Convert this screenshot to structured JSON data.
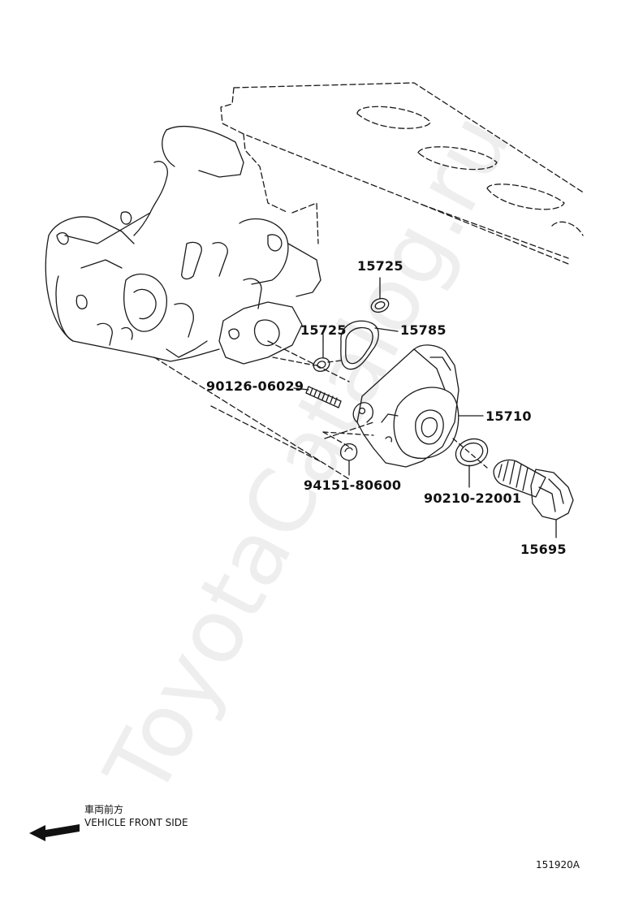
{
  "labels": {
    "p15725_top": "15725",
    "p15725_mid": "15725",
    "p15785": "15785",
    "p90126": "90126-06029",
    "p15710": "15710",
    "p94151": "94151-80600",
    "p90210": "90210-22001",
    "p15695": "15695"
  },
  "direction": {
    "japanese": "車両前方",
    "english": "VEHICLE FRONT SIDE"
  },
  "figure_code": "151920A",
  "watermark": "ToyotaCatalog.ru"
}
